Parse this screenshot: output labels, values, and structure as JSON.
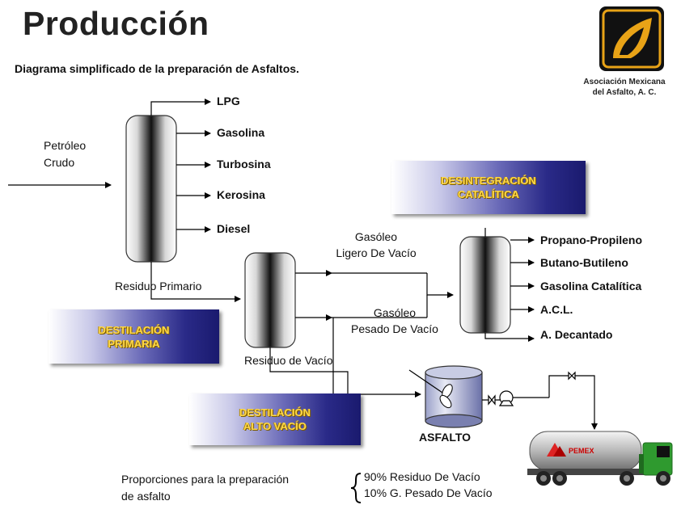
{
  "title": "Producción",
  "subtitle": "Diagrama simplificado de la preparación de Asfaltos.",
  "logo": {
    "line1": "Asociación Mexicana",
    "line2": "del Asfalto, A. C."
  },
  "feed": {
    "line1": "Petróleo",
    "line2": "Crudo"
  },
  "primary_products": [
    "LPG",
    "Gasolina",
    "Turbosina",
    "Kerosina",
    "Diesel"
  ],
  "residuo_primario": "Residuo Primario",
  "gasoleo_ligero": {
    "line1": "Gasóleo",
    "line2": "Ligero De Vacío"
  },
  "gasoleo_pesado": {
    "line1": "Gasóleo",
    "line2": "Pesado De Vacío"
  },
  "residuo_vacio": "Residuo de Vacío",
  "catalytic_products": [
    "Propano-Propileno",
    "Butano-Butileno",
    "Gasolina Catalítica",
    "A.C.L.",
    "A. Decantado"
  ],
  "boxes": {
    "desintegracion": {
      "line1": "DESINTEGRACIÓN",
      "line2": "CATALÍTICA"
    },
    "destilacion_primaria": {
      "line1": "DESTILACIÓN",
      "line2": "PRIMARIA"
    },
    "destilacion_alto_vacio": {
      "line1": "DESTILACIÓN",
      "line2": "ALTO VACÍO"
    }
  },
  "asfalto": "ASFALTO",
  "truck_brand": "PEMEX",
  "proportions": {
    "label_line1": "Proporciones para la preparación",
    "label_line2": "de asfalto",
    "item1": "90% Residuo De Vacío",
    "item2": "10% G. Pesado De Vacío"
  },
  "colors": {
    "box_text": "#ffd84a",
    "box_dark": "#1a1a6e",
    "logo_gold": "#e8a317",
    "truck_green": "#2f9a2f"
  }
}
